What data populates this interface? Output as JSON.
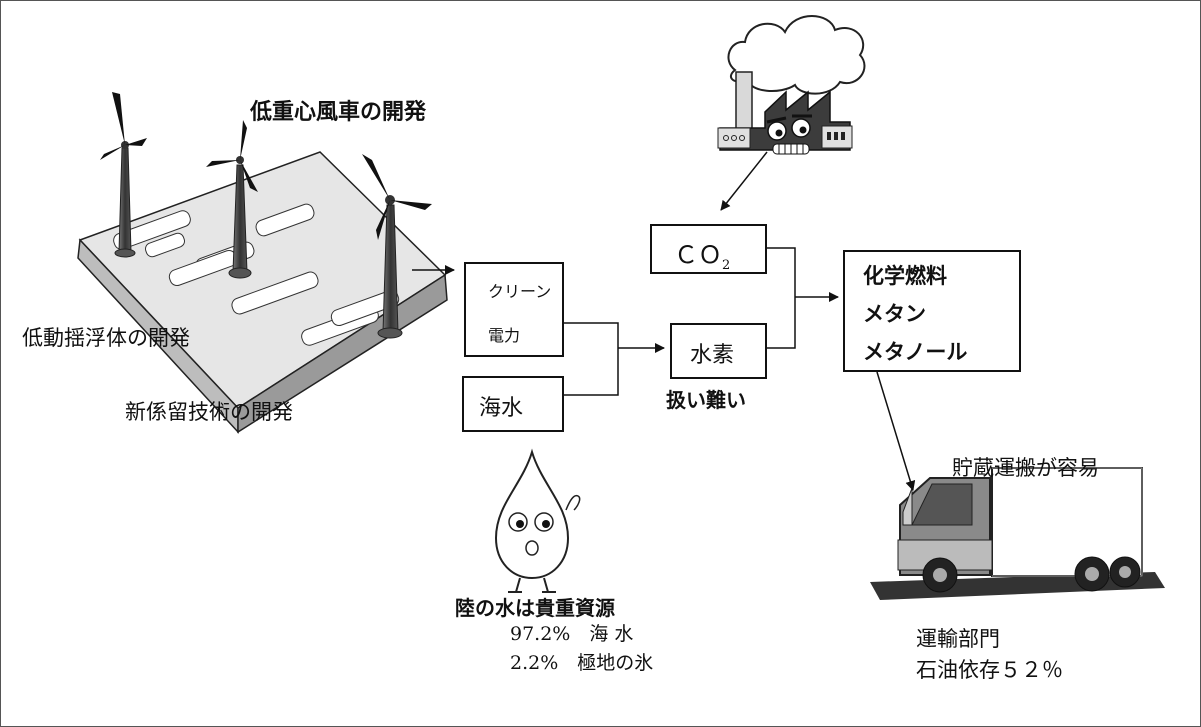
{
  "wind": {
    "title": "低重心風車の開発",
    "float_label": "低動揺浮体の開発",
    "mooring_label": "新係留技術の開発"
  },
  "inputs": {
    "clean_power_line1": "クリーン",
    "clean_power_line2": "電力",
    "seawater": "海水"
  },
  "hydrogen": {
    "label": "水素",
    "note": "扱い難い"
  },
  "co2": {
    "base": "ＣＯ",
    "sub": "2"
  },
  "fuel": {
    "line1": "化学燃料",
    "line2": "メタン",
    "line3": "メタノール"
  },
  "water": {
    "title": "陸の水は貴重資源",
    "line1": "97.2%　海 水",
    "line2": "2.2%　極地の氷"
  },
  "transport": {
    "storage": "貯蔵運搬が容易",
    "sector": "運輸部門",
    "oil": "石油依存５２％"
  }
}
